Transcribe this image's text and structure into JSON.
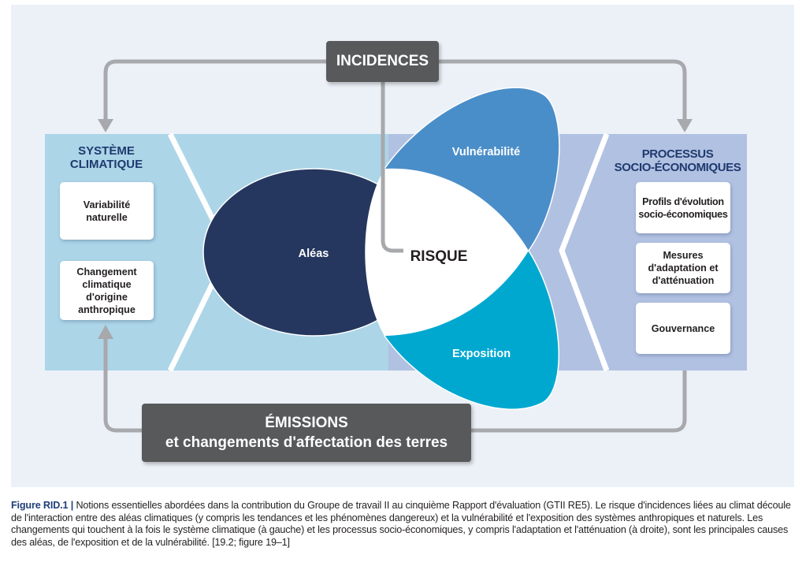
{
  "diagram": {
    "incidences_label": "INCIDENCES",
    "emissions": {
      "line1": "ÉMISSIONS",
      "line2": "et changements d'affectation des terres"
    },
    "left_panel": {
      "title_line1": "SYSTÈME",
      "title_line2": "CLIMATIQUE",
      "cards": [
        {
          "lines": [
            "Variabilité",
            "naturelle"
          ]
        },
        {
          "lines": [
            "Changement",
            "climatique",
            "d'origine",
            "anthropique"
          ]
        }
      ]
    },
    "right_panel": {
      "title_line1": "PROCESSUS",
      "title_line2": "SOCIO-ÉCONOMIQUES",
      "cards": [
        {
          "lines": [
            "Profils d'évolution",
            "socio-économiques"
          ]
        },
        {
          "lines": [
            "Mesures",
            "d'adaptation et",
            "d'atténuation"
          ]
        },
        {
          "lines": [
            "Gouvernance"
          ]
        }
      ]
    },
    "petals": {
      "hazards": "Aléas",
      "vulnerability": "Vulnérabilité",
      "exposure": "Exposition",
      "center": "RISQUE"
    },
    "colors": {
      "figure_bg": "#ecf1f8",
      "left_band": "#acd5e8",
      "right_band": "#b1c1e2",
      "hazards": "#25375f",
      "vulnerability": "#4a8ec9",
      "exposure": "#00a8d0",
      "dark_box": "#58595b",
      "arrow": "#a7a9ac",
      "title_text": "#1f3a6e"
    }
  },
  "caption": {
    "label": "Figure RID.1 |",
    "text": " Notions essentielles abordées dans la contribution du Groupe de travail II au cinquième Rapport d'évaluation (GTII RE5). Le risque d'incidences liées au climat découle de l'interaction entre des aléas climatiques (y compris les tendances et les phénomènes dangereux) et la vulnérabilité et l'exposition des systèmes anthropiques et naturels. Les changements qui touchent à la fois le système climatique (à gauche) et les processus socio-économiques, y compris l'adaptation et l'atténuation (à droite), sont les principales causes des aléas, de l'exposition et de la vulnérabilité. [19.2; figure 19–1]"
  }
}
